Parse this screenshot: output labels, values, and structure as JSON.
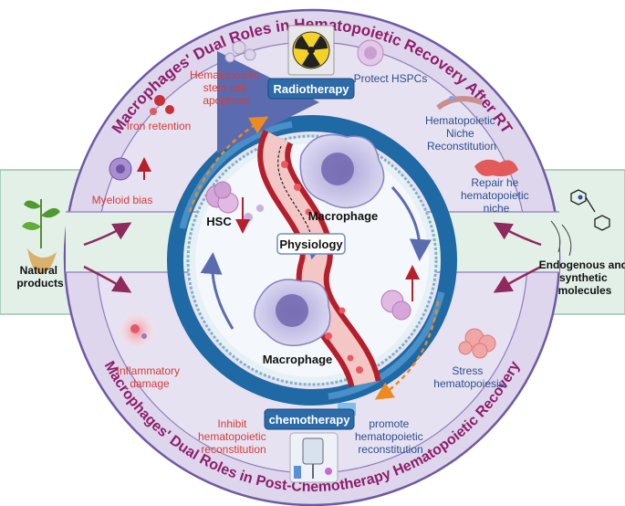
{
  "colors": {
    "outer_ring": "#ddd6ec",
    "outer_stroke": "#6f5aa2",
    "ring_title": "#8e1d6a",
    "red_text": "#d63b3b",
    "blue_text": "#2b4f8e",
    "dark_text": "#111111",
    "side_panel": "#e3f0e8",
    "blue_ring": "#1f6aa5",
    "vessel": "#b51f2b",
    "arrow_orange": "#ee8a1f"
  },
  "ring_titles": {
    "top": "Macrophages' Dual Roles in Hematopoietic Recovery After RT",
    "bottom": "Macrophages' Dual Roles in Post-Chemotherapy Hematopoietic Recovery"
  },
  "center": {
    "physiology": "Physiology",
    "hsc": "HSC",
    "macrophage_top": "Macrophage",
    "macrophage_bottom": "Macrophage"
  },
  "treatments": {
    "radiotherapy": "Radiotherapy",
    "chemotherapy": "chemotherapy"
  },
  "top_left_labels": {
    "hsc_apoptosis": [
      "Hematopoietic",
      "stem cell",
      "apoptosis"
    ],
    "iron_retention": "Iron retention",
    "myeloid_bias": "Myeloid bias"
  },
  "top_right_labels": {
    "protect_hspcs": "Protect  HSPCs",
    "niche_reconstitution": [
      "Hematopoietic",
      "Niche",
      "Reconstitution"
    ],
    "repair_niche": [
      "Repair he",
      "hematopoietic",
      "niche"
    ]
  },
  "bottom_left_labels": {
    "inflammatory_damage": [
      "Inflammatory",
      "damage"
    ],
    "inhibit_reconstitution": [
      "Inhibit",
      "hematopoietic",
      "reconstitution"
    ]
  },
  "bottom_right_labels": {
    "stress_hematopoiesis": [
      "Stress",
      "hematopoiesis"
    ],
    "promote_reconstitution": [
      "promote",
      "hematopoietic",
      "reconstitution"
    ]
  },
  "side_panels": {
    "left": [
      "Natural",
      "products"
    ],
    "right": [
      "Endogenous and",
      "synthetic",
      "molecules"
    ]
  },
  "icons": {
    "radiation": "radiation-icon",
    "iv_drip": "iv-drip-icon",
    "plant": "plant-icon",
    "molecule": "molecule-icon"
  }
}
